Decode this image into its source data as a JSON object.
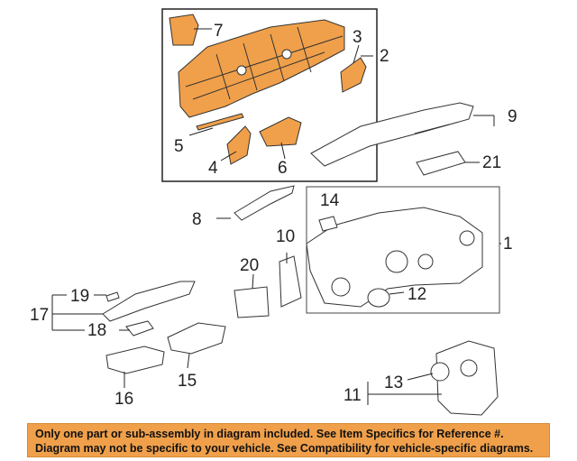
{
  "callouts": {
    "c1": "1",
    "c2": "2",
    "c3": "3",
    "c4": "4",
    "c5": "5",
    "c6": "6",
    "c7": "7",
    "c8": "8",
    "c9": "9",
    "c10": "10",
    "c11": "11",
    "c12": "12",
    "c13": "13",
    "c14": "14",
    "c15": "15",
    "c16": "16",
    "c17": "17",
    "c18": "18",
    "c19": "19",
    "c20": "20",
    "c21": "21"
  },
  "banner": {
    "line1": "Only one part or sub-assembly in diagram included. See Item Specifics for Reference #.",
    "line2": "Diagram may not be specific to your vehicle. See Compatibility for vehicle-specific diagrams."
  },
  "colors": {
    "highlight": "#f0a04a",
    "outline": "#333333",
    "part_fill": "#ffffff"
  }
}
